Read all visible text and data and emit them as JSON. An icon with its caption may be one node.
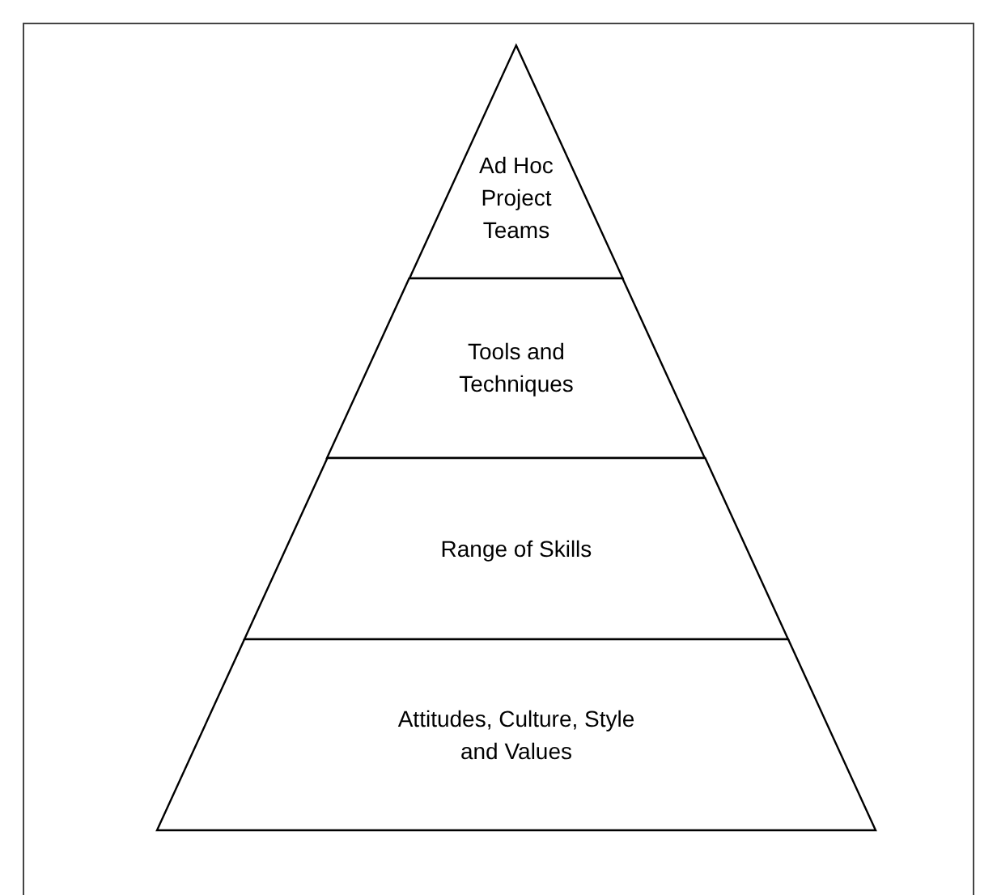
{
  "diagram": {
    "nodes": [
      {
        "text": [
          "Ad Hoc Project Teams"
        ]
      },
      {
        "text": [
          "Tools and Techniques"
        ]
      },
      {
        "text": [
          "Range of Skills"
        ]
      },
      {
        "text": [
          "Attitudes, Culture, Style and Values"
        ]
      }
    ]
  }
}
